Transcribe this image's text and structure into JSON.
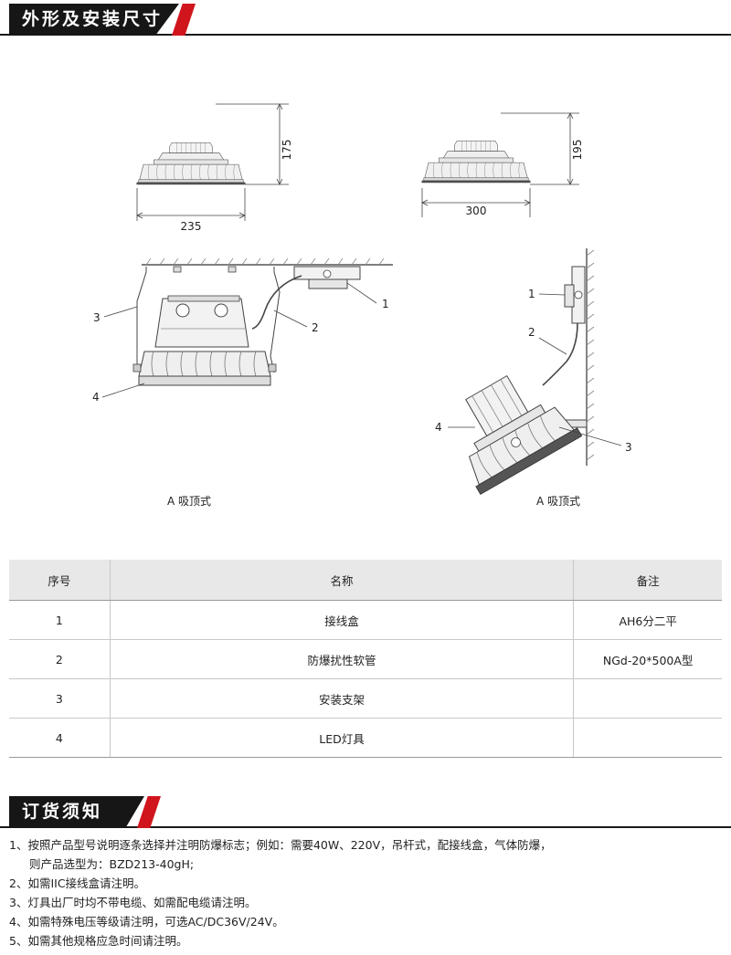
{
  "sections": {
    "dimensions_title": "外形及安装尺寸",
    "ordering_title": "订货须知"
  },
  "dimensions": {
    "left_height": "175",
    "left_width": "235",
    "right_height": "195",
    "right_width": "300"
  },
  "install": {
    "left_caption": "A 吸顶式",
    "right_caption": "A 吸顶式",
    "left_callouts": [
      "1",
      "2",
      "3",
      "4"
    ],
    "right_callouts": [
      "1",
      "2",
      "3",
      "4"
    ]
  },
  "table": {
    "headers": [
      "序号",
      "名称",
      "备注"
    ],
    "rows": [
      {
        "no": "1",
        "name": "接线盒",
        "note": "AH6分二平"
      },
      {
        "no": "2",
        "name": "防爆扰性软管",
        "note": "NGd-20*500A型"
      },
      {
        "no": "3",
        "name": "安装支架",
        "note": ""
      },
      {
        "no": "4",
        "name": "LED灯具",
        "note": ""
      }
    ]
  },
  "notes": [
    "1、按照产品型号说明逐条选择并注明防爆标志；例如：需要40W、220V，吊杆式，配接线盒，气体防爆，",
    "则产品选型为：BZD213-40gH;",
    "2、如需IIC接线盒请注明。",
    "3、灯具出厂时均不带电缆、如需配电缆请注明。",
    "4、如需特殊电压等级请注明，可选AC/DC36V/24V。",
    "5、如需其他规格应急时间请注明。"
  ]
}
